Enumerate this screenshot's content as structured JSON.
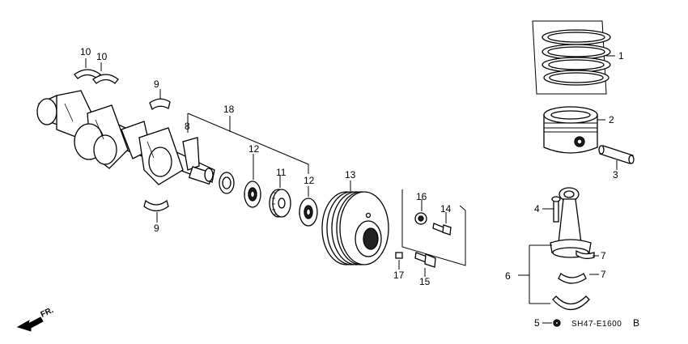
{
  "callouts": {
    "c1": "1",
    "c2": "2",
    "c3": "3",
    "c4": "4",
    "c5": "5",
    "c6": "6",
    "c7a": "7",
    "c7b": "7",
    "c8": "8",
    "c9a": "9",
    "c9b": "9",
    "c10a": "10",
    "c10b": "10",
    "c11": "11",
    "c12a": "12",
    "c12b": "12",
    "c13": "13",
    "c14": "14",
    "c15": "15",
    "c16": "16",
    "c17": "17",
    "c18": "18"
  },
  "diagram_code": "SH47-E1600",
  "diagram_suffix": "B",
  "direction_label": "FR."
}
